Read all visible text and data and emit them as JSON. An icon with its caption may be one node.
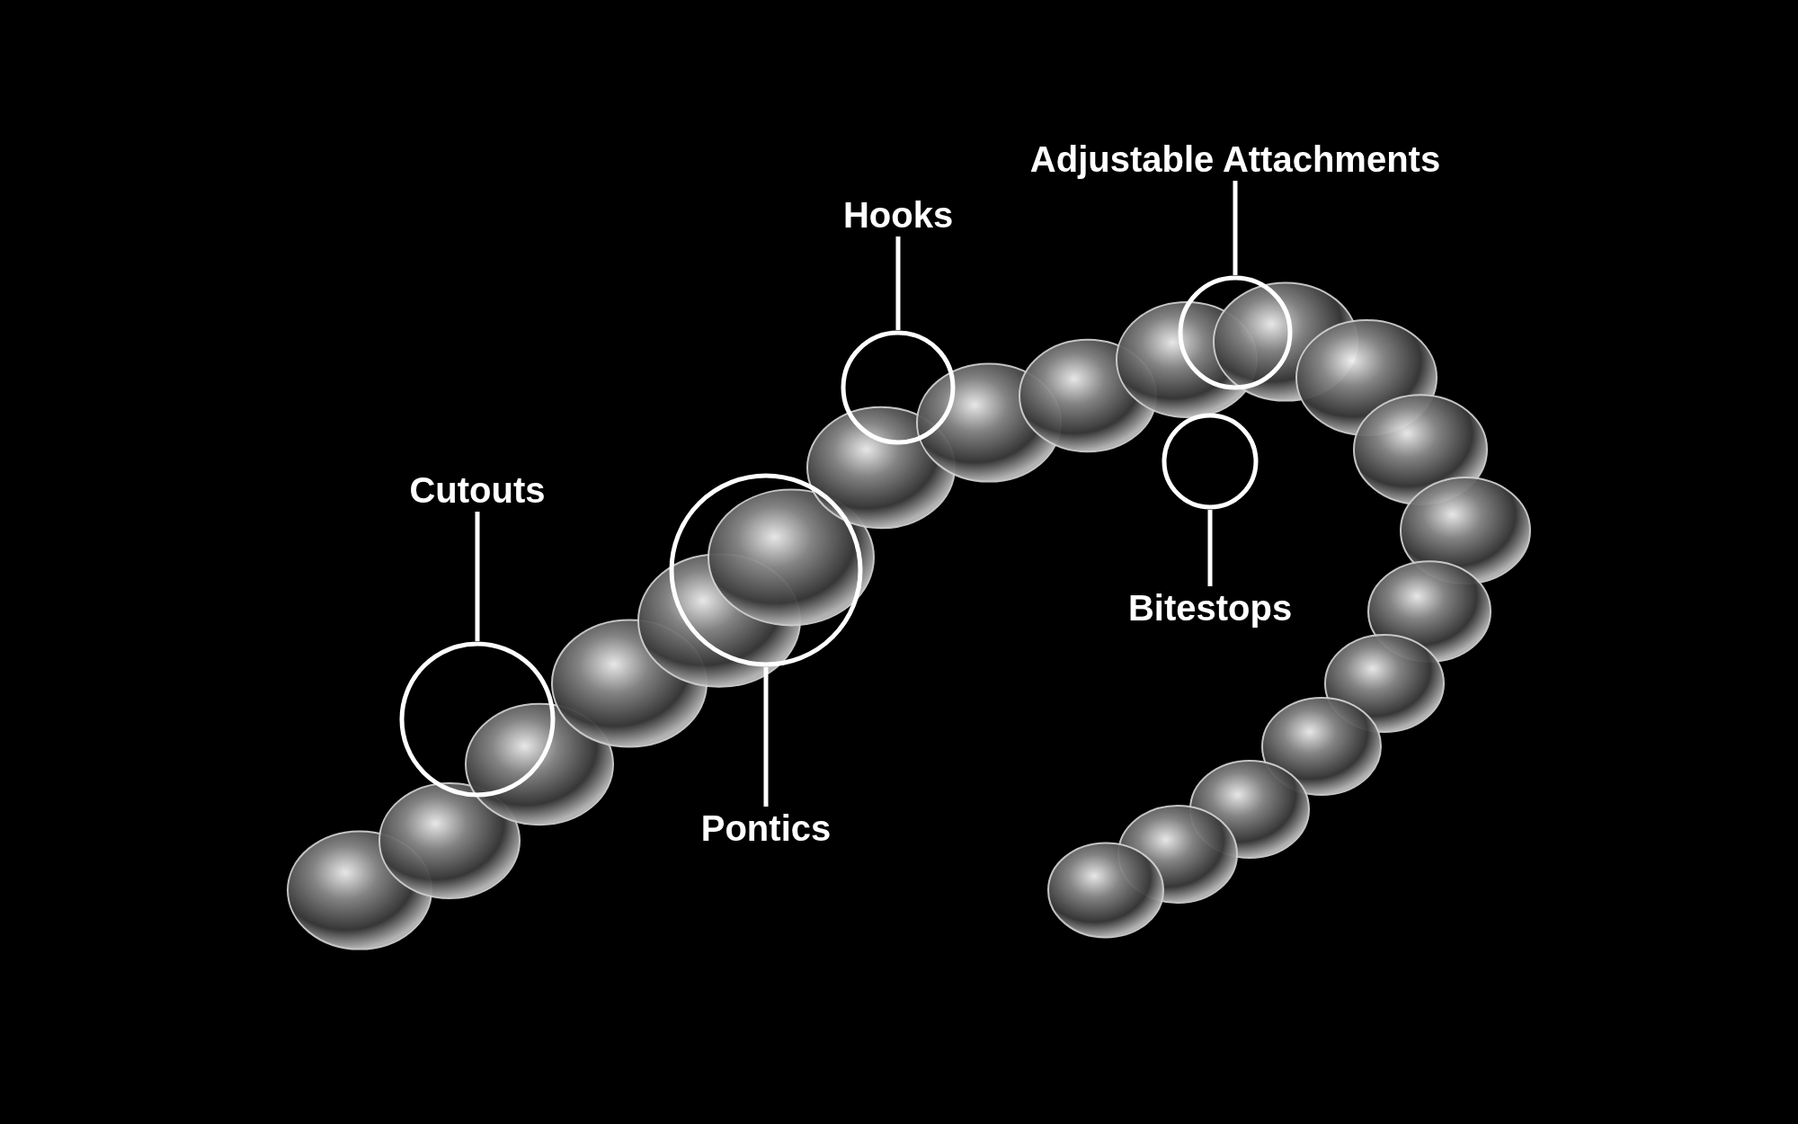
{
  "diagram": {
    "nodes": [
      {
        "text": [
          "Adjustable Attachments"
        ]
      },
      {
        "text": [],
        "shape": "circle"
      },
      {
        "text": [
          "Hooks"
        ]
      },
      {
        "text": [],
        "shape": "circle"
      },
      {
        "text": [
          "Cutouts"
        ]
      },
      {
        "text": [],
        "shape": "circle"
      },
      {
        "text": [],
        "shape": "circle"
      },
      {
        "text": [
          "Pontics"
        ]
      },
      {
        "text": [],
        "shape": "circle"
      },
      {
        "text": [
          "Bitestops"
        ]
      }
    ],
    "edges": [
      {
        "from": 0,
        "to": 1,
        "arrow": "none"
      },
      {
        "from": 2,
        "to": 3,
        "arrow": "none"
      },
      {
        "from": 4,
        "to": 5,
        "arrow": "none"
      },
      {
        "from": 7,
        "to": 6,
        "arrow": "none"
      },
      {
        "from": 9,
        "to": 8,
        "arrow": "none"
      }
    ]
  }
}
